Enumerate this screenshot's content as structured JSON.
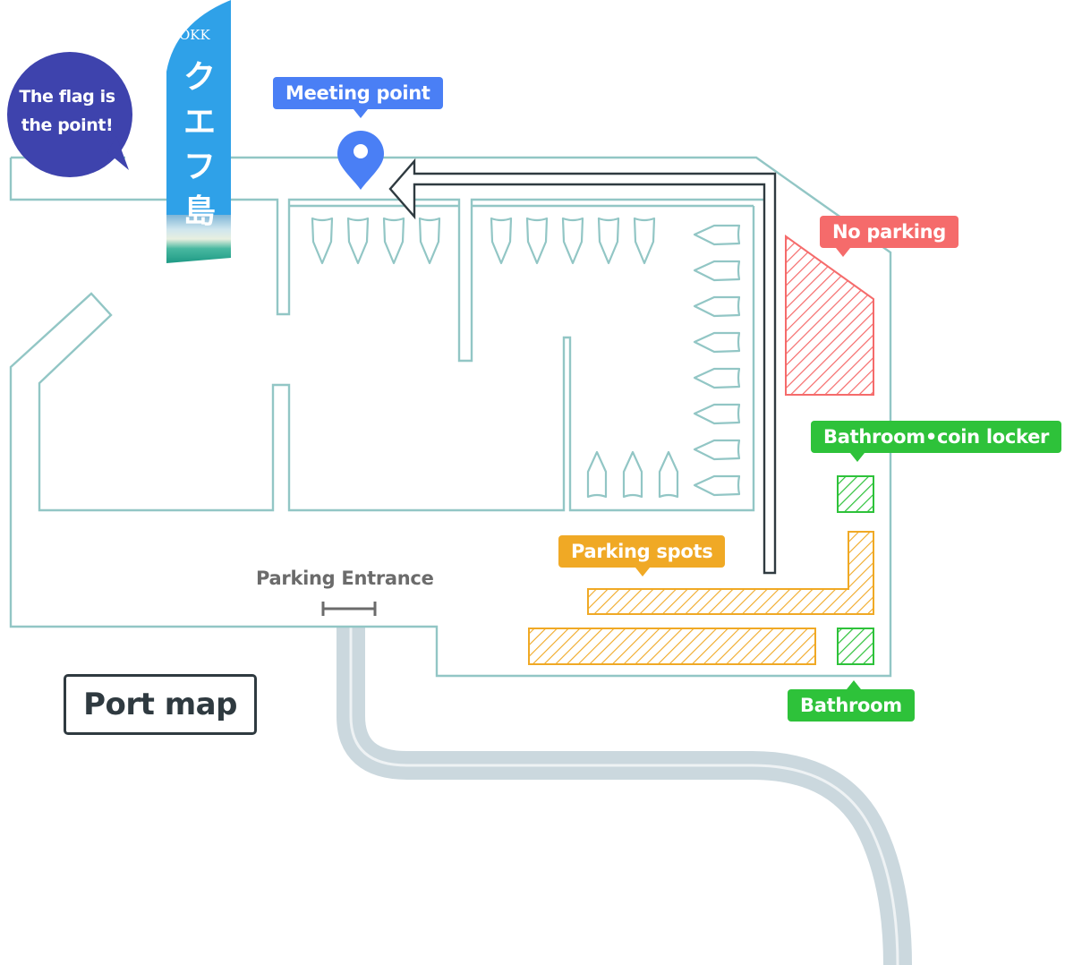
{
  "map": {
    "title": "Port map",
    "callout": {
      "line1": "The flag is",
      "line2": "the point!",
      "color": "#3e43ad"
    },
    "flag": {
      "brand": "OKK",
      "text": "クエフ島",
      "color": "#2fa1e8"
    },
    "labels": {
      "meeting_point": "Meeting point",
      "no_parking": "No parking",
      "bathroom_coin_locker": "Bathroom•coin locker",
      "parking_spots": "Parking spots",
      "bathroom": "Bathroom",
      "parking_entrance": "Parking Entrance"
    },
    "icons": {
      "meeting_pin": "location-pin-icon",
      "route_arrow": "arrow-left-icon",
      "boat": "boat-icon",
      "entrance": "entrance-gate-icon"
    },
    "colors": {
      "meeting": "#4a7ff5",
      "no_parking": "#f56b6b",
      "bathroom": "#2ec23a",
      "parking": "#f0a925",
      "walls": "#92c6c5",
      "road": "#cbd8de",
      "route": "#2f3a40"
    },
    "legend_counts": {
      "boats_row_a": 4,
      "boats_row_b": 5,
      "boats_column": 8,
      "boats_row_c": 3
    }
  }
}
